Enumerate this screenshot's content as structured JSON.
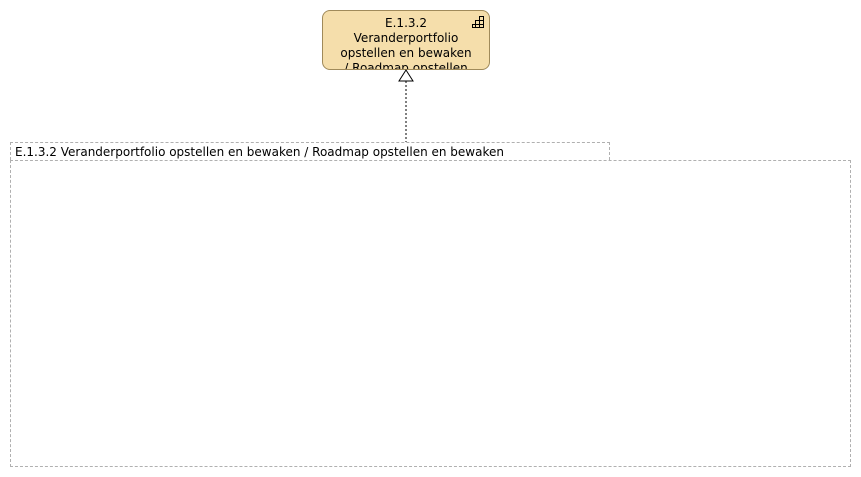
{
  "colors": {
    "element_fill": "#f5deab",
    "element_border": "#a08a5a",
    "group_border": "#b0b0b0",
    "connector": "#000000"
  },
  "element": {
    "code": "E.1.3.2",
    "lines": [
      "Veranderportfolio",
      "opstellen en bewaken",
      "/ Roadmap opstellen"
    ],
    "icon": "business-function-icon"
  },
  "relationship": {
    "type": "specialization",
    "icon": "hollow-triangle-arrowhead-icon"
  },
  "group": {
    "label": "E.1.3.2 Veranderportfolio opstellen en bewaken / Roadmap opstellen en bewaken"
  }
}
